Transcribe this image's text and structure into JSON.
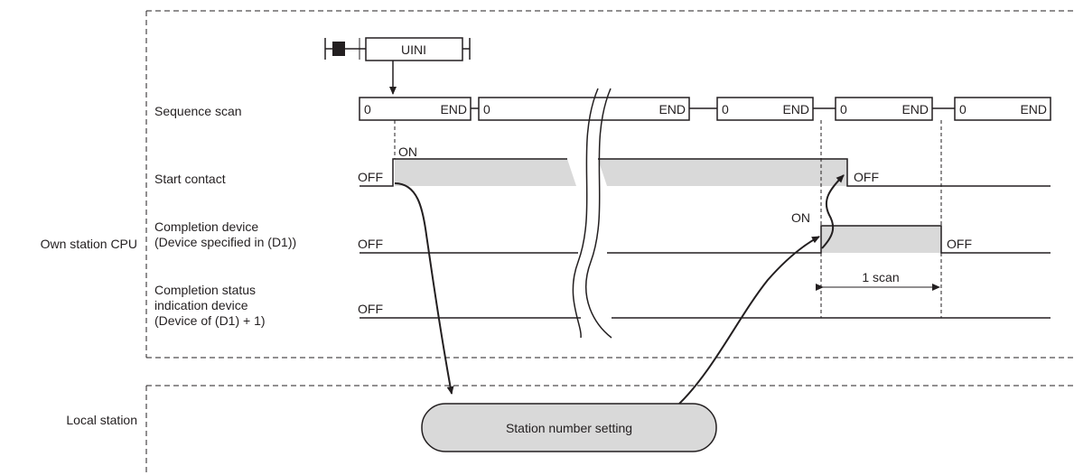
{
  "instruction": {
    "name": "UINI"
  },
  "rows": {
    "sequence_scan": "Sequence scan",
    "start_contact": "Start contact",
    "completion_device_line1": "Completion device",
    "completion_device_line2": "(Device specified in (D1))",
    "status_device_line1": "Completion status",
    "status_device_line2": "indication device",
    "status_device_line3": "(Device of (D1) + 1)"
  },
  "groups": {
    "own_station": "Own station CPU",
    "local_station": "Local station"
  },
  "scan_blocks": [
    {
      "start": "0",
      "end": "END"
    },
    {
      "start": "0",
      "end": "END"
    },
    {
      "start": "0",
      "end": "END"
    },
    {
      "start": "0",
      "end": "END"
    },
    {
      "start": "0",
      "end": "END"
    }
  ],
  "states": {
    "on": "ON",
    "off": "OFF"
  },
  "one_scan": "1 scan",
  "process": "Station number setting",
  "colors": {
    "line": "#231f20",
    "fill": "#d9d9d9"
  }
}
